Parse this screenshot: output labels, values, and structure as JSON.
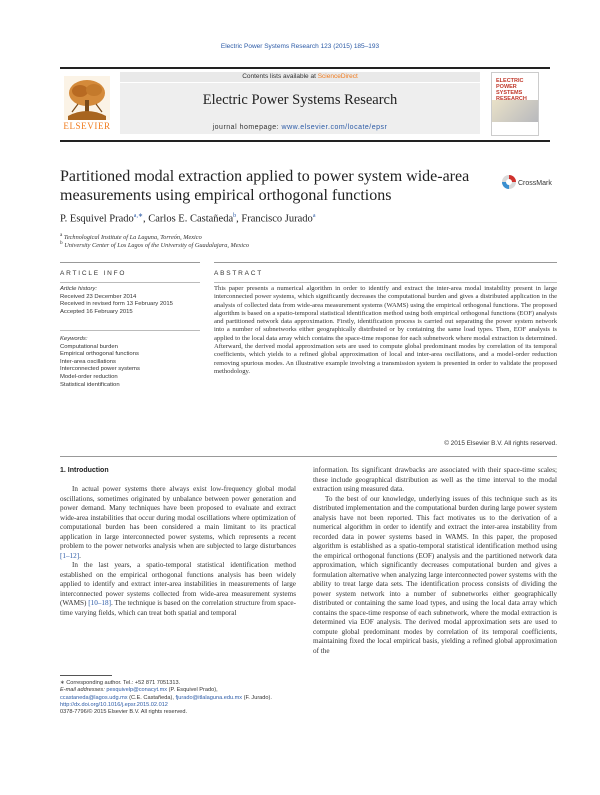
{
  "citation": "Electric Power Systems Research 123 (2015) 185–193",
  "masthead": {
    "contents_prefix": "Contents lists available at ",
    "contents_link": "ScienceDirect",
    "journal_title": "Electric Power Systems Research",
    "homepage_prefix": "journal homepage: ",
    "homepage_url": "www.elsevier.com/locate/epsr",
    "publisher": "ELSEVIER",
    "cover_title": "ELECTRIC POWER SYSTEMS RESEARCH"
  },
  "article": {
    "title": "Partitioned modal extraction applied to power system wide-area measurements using empirical orthogonal functions",
    "crossmark_label": "CrossMark",
    "authors": [
      {
        "name": "P. Esquivel Prado",
        "marks": "a,∗"
      },
      {
        "name": "Carlos E. Castañeda",
        "marks": "b"
      },
      {
        "name": "Francisco Jurado",
        "marks": "a"
      }
    ],
    "affiliations": [
      {
        "mark": "a",
        "text": "Technological Institute of La Laguna, Torreón, Mexico"
      },
      {
        "mark": "b",
        "text": "University Center of Los Lagos of the University of Guadalajara, Mexico"
      }
    ]
  },
  "article_info": {
    "heading": "ARTICLE INFO",
    "history_label": "Article history:",
    "history": [
      "Received 23 December 2014",
      "Received in revised form 13 February 2015",
      "Accepted 16 February 2015"
    ],
    "keywords_label": "Keywords:",
    "keywords": [
      "Computational burden",
      "Empirical orthogonal functions",
      "Inter-area oscillations",
      "Interconnected power systems",
      "Model-order reduction",
      "Statistical identification"
    ]
  },
  "abstract": {
    "heading": "ABSTRACT",
    "text": "This paper presents a numerical algorithm in order to identify and extract the inter-area modal instability present in large interconnected power systems, which significantly decreases the computational burden and gives a distributed application in the analysis of collected data from wide-area measurement systems (WAMS) using the empirical orthogonal functions. The proposed algorithm is based on a spatio-temporal statistical identification method using both empirical orthogonal functions (EOF) analysis and partitioned network data approximation. Firstly, identification process is carried out separating the power system network into a number of subnetworks either geographically distributed or by containing the same load types. Then, EOF analysis is applied to the local data array which contains the space-time response for each subnetwork where modal extraction is determined. Afterward, the derived modal approximation sets are used to compute global predominant modes by correlation of its temporal coefficients, which yields to a refined global approximation of local and inter-area oscillations, and a model-order reduction removing spurious modes. An illustrative example involving a transmission system is presented in order to validate the proposed methodology.",
    "copyright": "© 2015 Elsevier B.V. All rights reserved."
  },
  "body": {
    "section_heading": "1. Introduction",
    "left_paragraphs": [
      [
        {
          "t": "In actual power systems there always exist low-frequency global modal oscillations, sometimes originated by unbalance between power generation and power demand. Many techniques have been proposed to evaluate and extract wide-area instabilities that occur during modal oscillations where optimization of computational burden has been considered a main limitant to its practical application in large interconnected power systems, which represents a recent problem to the power networks analysis when are subjected to large disturbances "
        },
        {
          "t": "[1–12]",
          "cite": true
        },
        {
          "t": "."
        }
      ],
      [
        {
          "t": "In the last years, a spatio-temporal statistical identification method established on the empirical orthogonal functions analysis has been widely applied to identify and extract inter-area instabilities in measurements of large interconnected power systems collected from wide-area measurement systems (WAMS) "
        },
        {
          "t": "[10–18]",
          "cite": true
        },
        {
          "t": ". The technique is based on the correlation structure from space-time varying fields, which can treat both spatial and temporal"
        }
      ]
    ],
    "right_paragraphs": [
      [
        {
          "t": "information. Its significant drawbacks are associated with their space-time scales; these include geographical distribution as well as the time interval to the modal extraction using measured data."
        }
      ],
      [
        {
          "t": "To the best of our knowledge, underlying issues of this technique such as its distributed implementation and the computational burden during large power system analysis have not been reported. This fact motivates us to the derivation of a numerical algorithm in order to identify and extract the inter-area instability from recorded data in power systems based in WAMS. In this paper, the proposed algorithm is established as a spatio-temporal statistical identification method using the empirical orthogonal functions (EOF) analysis and the partitioned network data approximation, which significantly decreases computational burden and gives a formulation alternative when analyzing large interconnected power systems with the ability to treat large data sets. The identification process consists of dividing the power system network into a number of subnetworks either geographically distributed or containing the same load types, and using the local data array which contains the space-time response of each subnetwork, where the modal extraction is determined via EOF analysis. The derived modal approximation sets are used to compute global predominant modes by correlation of its temporal coefficients, maintaining fixed the local empirical basis, yielding a refined global approximation of the"
        }
      ]
    ]
  },
  "footnotes": {
    "corresponding": "∗ Corresponding author. Tel.: +52 871 7051313.",
    "email_label": "E-mail addresses: ",
    "emails": [
      {
        "addr": "pesquivelp@conacyt.mx",
        "who": " (P. Esquivel Prado),"
      },
      {
        "addr": "ccastaneda@lagos.udg.mx",
        "who": " (C.E. Castañeda), "
      },
      {
        "addr": "fjurado@itlalaguna.edu.mx",
        "who": " (F. Jurado)."
      }
    ],
    "doi": "http://dx.doi.org/10.1016/j.epsr.2015.02.012",
    "issn": "0378-7796/© 2015 Elsevier B.V. All rights reserved."
  }
}
